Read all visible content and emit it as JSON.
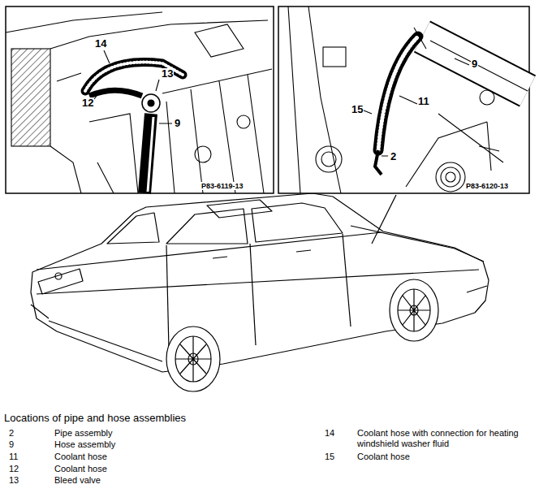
{
  "diagram": {
    "title": "Locations of pipe and hose assemblies",
    "labels": [
      "14",
      "13",
      "12",
      "9",
      "P83-6119-13",
      "9",
      "15",
      "11",
      "2",
      "P83-6120-13",
      "2",
      "Pipe assembly",
      "9",
      "Hose assembly",
      "11",
      "Coolant hose",
      "12",
      "Coolant hose",
      "13",
      "Bleed valve",
      "14",
      "Coolant hose with connection for heating windshield washer fluid",
      "15",
      "Coolant hose"
    ]
  }
}
